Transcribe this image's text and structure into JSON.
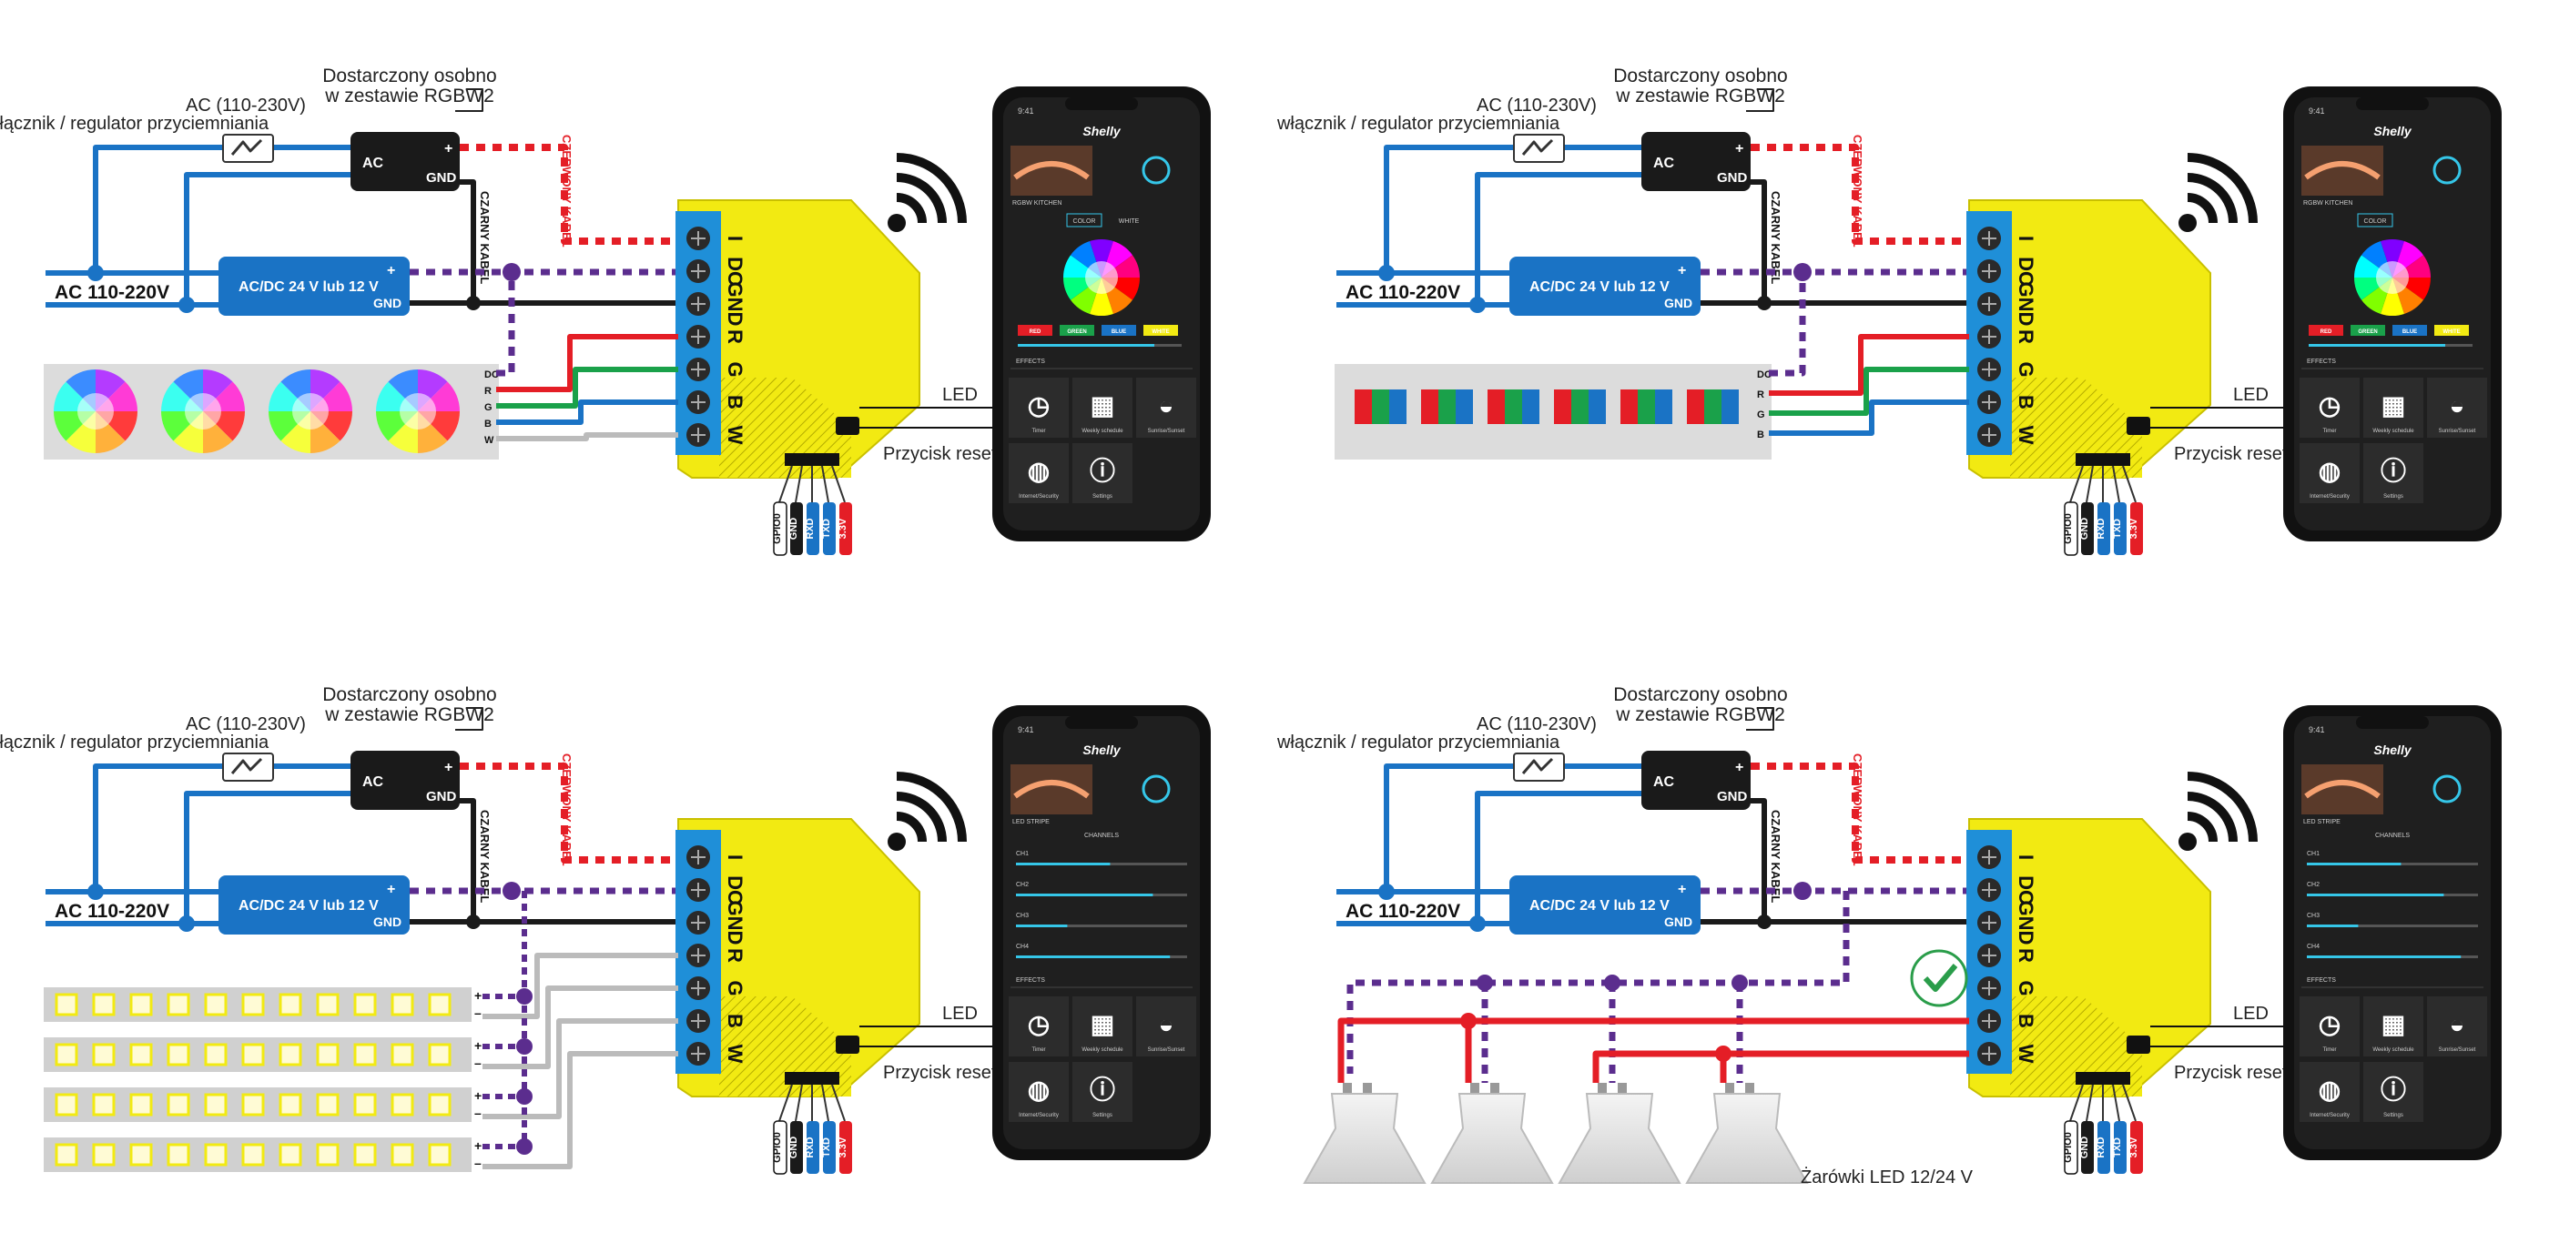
{
  "colors": {
    "ac_blue": "#1a73c5",
    "black_wire": "#1a1a1a",
    "purple_dc": "#5b2d8e",
    "red_wire": "#e41e26",
    "green_wire": "#1aa14a",
    "yellow_device": "#f2ea12",
    "terminal_blue": "#1f8fd8",
    "phone_bg": "#1f1f1f",
    "accent_cyan": "#35c6e8"
  },
  "panels": [
    {
      "id": "rgbw-strip",
      "ac_switch_label": "AC (110-230V)",
      "switch_sub_label": "włącznik / regulator przyciemniania",
      "supplied_label_1": "Dostarczony osobno",
      "supplied_label_2": "w zestawie RGBW2",
      "ac_mains_label": "AC 110-220V",
      "psu_ac": "AC",
      "psu_gnd": "GND",
      "psu_plus": "+",
      "psu2_label": "AC/DC 24 V lub 12 V",
      "psu2_gnd": "GND",
      "psu2_plus": "+",
      "red_cable": "CZERWONY KABEL",
      "black_cable": "CZARNY KABEL",
      "terminals": [
        "I",
        "DC",
        "GND",
        "R",
        "G",
        "B",
        "W"
      ],
      "strip_pins": [
        "DC",
        "R",
        "G",
        "B",
        "W"
      ],
      "led_label": "LED",
      "reset_label": "Przycisk reset",
      "gpio_pins": [
        "GPIO0",
        "GND",
        "RXD",
        "TXD",
        "3.3V"
      ],
      "phone": {
        "time": "9:41",
        "logo": "Shelly",
        "device_name": "RGBW KITCHEN",
        "tab_color": "COLOR",
        "tab_white": "WHITE",
        "color_buttons": [
          "RED",
          "GREEN",
          "BLUE",
          "WHITE"
        ],
        "effects": "EFFECTS",
        "tiles": [
          "Timer",
          "Weekly schedule",
          "Sunrise/Sunset",
          "Internet/Security",
          "Settings"
        ]
      }
    },
    {
      "id": "rgb-strip",
      "ac_switch_label": "AC (110-230V)",
      "switch_sub_label": "włącznik / regulator przyciemniania",
      "supplied_label_1": "Dostarczony osobno",
      "supplied_label_2": "w zestawie RGBW2",
      "ac_mains_label": "AC 110-220V",
      "psu_ac": "AC",
      "psu_gnd": "GND",
      "psu_plus": "+",
      "psu2_label": "AC/DC 24 V lub 12 V",
      "psu2_gnd": "GND",
      "psu2_plus": "+",
      "red_cable": "CZERWONY KABEL",
      "black_cable": "CZARNY KABEL",
      "terminals": [
        "I",
        "DC",
        "GND",
        "R",
        "G",
        "B",
        "W"
      ],
      "strip_pins": [
        "DC",
        "R",
        "G",
        "B"
      ],
      "led_label": "LED",
      "reset_label": "Przycisk reset",
      "gpio_pins": [
        "GPIO0",
        "GND",
        "RXD",
        "TXD",
        "3.3V"
      ],
      "phone": {
        "time": "9:41",
        "logo": "Shelly",
        "device_name": "RGBW KITCHEN",
        "tab_color": "COLOR",
        "tab_white": "",
        "color_buttons": [
          "RED",
          "GREEN",
          "BLUE",
          "WHITE"
        ],
        "effects": "EFFECTS",
        "tiles": [
          "Timer",
          "Weekly schedule",
          "Sunrise/Sunset",
          "Internet/Security",
          "Settings"
        ]
      }
    },
    {
      "id": "white-strips",
      "ac_switch_label": "AC (110-230V)",
      "switch_sub_label": "włącznik / regulator przyciemniania",
      "supplied_label_1": "Dostarczony osobno",
      "supplied_label_2": "w zestawie RGBW2",
      "ac_mains_label": "AC 110-220V",
      "psu_ac": "AC",
      "psu_gnd": "GND",
      "psu_plus": "+",
      "psu2_label": "AC/DC 24 V lub 12 V",
      "psu2_gnd": "GND",
      "psu2_plus": "+",
      "red_cable": "CZERWONY KABEL",
      "black_cable": "CZARNY KABEL",
      "terminals": [
        "I",
        "DC",
        "GND",
        "R",
        "G",
        "B",
        "W"
      ],
      "led_label": "LED",
      "reset_label": "Przycisk reset",
      "gpio_pins": [
        "GPIO0",
        "GND",
        "RXD",
        "TXD",
        "3.3V"
      ],
      "phone": {
        "time": "9:41",
        "logo": "Shelly",
        "device_name": "LED STRIPE",
        "channels_title": "CHANNELS",
        "channels": [
          "CH1",
          "CH2",
          "CH3",
          "CH4"
        ],
        "channel_levels": [
          0.55,
          0.8,
          0.3,
          0.9
        ],
        "effects": "EFFECTS",
        "tiles": [
          "Timer",
          "Weekly schedule",
          "Sunrise/Sunset",
          "Internet/Security",
          "Settings"
        ]
      }
    },
    {
      "id": "led-bulbs",
      "ac_switch_label": "AC (110-230V)",
      "switch_sub_label": "włącznik / regulator przyciemniania",
      "supplied_label_1": "Dostarczony osobno",
      "supplied_label_2": "w zestawie RGBW2",
      "ac_mains_label": "AC 110-220V",
      "psu_ac": "AC",
      "psu_gnd": "GND",
      "psu_plus": "+",
      "psu2_label": "AC/DC 24 V lub 12 V",
      "psu2_gnd": "GND",
      "psu2_plus": "+",
      "red_cable": "CZERWONY KABEL",
      "black_cable": "CZARNY KABEL",
      "terminals": [
        "I",
        "DC",
        "GND",
        "R",
        "G",
        "B",
        "W"
      ],
      "led_label": "LED",
      "reset_label": "Przycisk reset",
      "gpio_pins": [
        "GPIO0",
        "GND",
        "RXD",
        "TXD",
        "3.3V"
      ],
      "bulbs_label": "Żarówki LED 12/24 V",
      "phone": {
        "time": "9:41",
        "logo": "Shelly",
        "device_name": "LED STRIPE",
        "channels_title": "CHANNELS",
        "channels": [
          "CH1",
          "CH2",
          "CH3",
          "CH4"
        ],
        "channel_levels": [
          0.55,
          0.8,
          0.3,
          0.9
        ],
        "effects": "EFFECTS",
        "tiles": [
          "Timer",
          "Weekly schedule",
          "Sunrise/Sunset",
          "Internet/Security",
          "Settings"
        ]
      }
    }
  ]
}
